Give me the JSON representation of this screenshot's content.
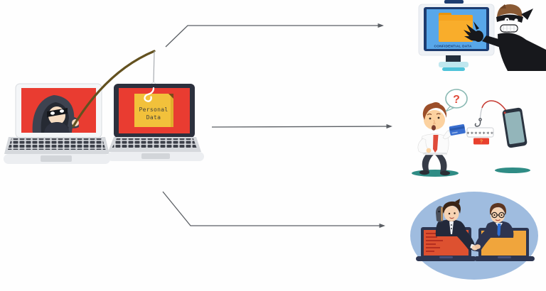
{
  "diagram": {
    "kind": "phishing-concept-illustration",
    "background_color": "#fefefe",
    "source_scene": {
      "victim_laptop": {
        "sticky_note": {
          "line1": "Personal",
          "line2": "Data"
        }
      }
    },
    "target_scenes": [
      {
        "id": "confidential-data-theft",
        "screen_label": "CONFIDENTIAL DATA"
      },
      {
        "id": "credential-phishing",
        "speech_bubble": "?",
        "password_mask": "*******",
        "alert_box": "?"
      },
      {
        "id": "fake-identity-meeting"
      }
    ],
    "connections": [
      {
        "from": "hooked-personal-data",
        "to": "confidential-data-theft"
      },
      {
        "from": "hooked-personal-data",
        "to": "credential-phishing"
      },
      {
        "from": "hooked-personal-data",
        "to": "fake-identity-meeting"
      }
    ],
    "icons": [
      "fishing-rod-icon",
      "fishing-hook-icon",
      "sticky-note-icon",
      "hacker-icon",
      "folder-icon",
      "masked-thief-icon",
      "question-bubble-icon",
      "credit-card-icon",
      "password-field-icon",
      "smartphone-icon",
      "handshake-icon"
    ],
    "colors": {
      "screen_red": "#e93c31",
      "note_yellow": "#f2c13b",
      "monitor_blue": "#58a7e9",
      "monitor_border_navy": "#1d3c70",
      "folder_orange": "#f5a31f",
      "alert_red": "#e8402e",
      "question_red": "#e04b3a",
      "oval_blue": "#9fbcdf",
      "shadow_teal": "#2f8c85",
      "arrow_gray": "#5b5f64",
      "rod_brown": "#63511f",
      "suit_dark": "#2b3247"
    }
  }
}
